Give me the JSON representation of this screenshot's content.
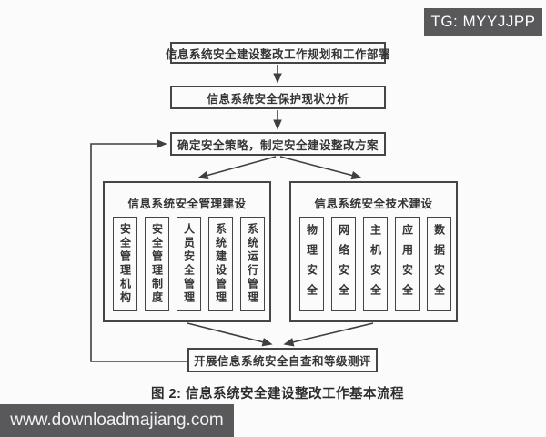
{
  "badge": {
    "label": "TG: MYYJJPP"
  },
  "watermark": {
    "label": "www.downloadmajiang.com"
  },
  "flowchart": {
    "steps": [
      {
        "label": "信息系统安全建设整改工作规划和工作部署"
      },
      {
        "label": "信息系统安全保护现状分析"
      },
      {
        "label": "确定安全策略，制定安全建设整改方案"
      }
    ],
    "left_branch": {
      "title": "信息系统安全管理建设",
      "items": [
        "安全管理机构",
        "安全管理制度",
        "人员安全管理",
        "系统建设管理",
        "系统运行管理"
      ]
    },
    "right_branch": {
      "title": "信息系统安全技术建设",
      "items": [
        "物理安全",
        "网络安全",
        "主机安全",
        "应用安全",
        "数据安全"
      ]
    },
    "bottom_box": {
      "label": "开展信息系统安全自查和等级测评"
    },
    "caption": "图 2: 信息系统安全建设整改工作基本流程"
  },
  "colors": {
    "line": "#454545",
    "badge_bg": "#59595b",
    "page_bg": "#fbfbfb",
    "text": "#353535"
  }
}
